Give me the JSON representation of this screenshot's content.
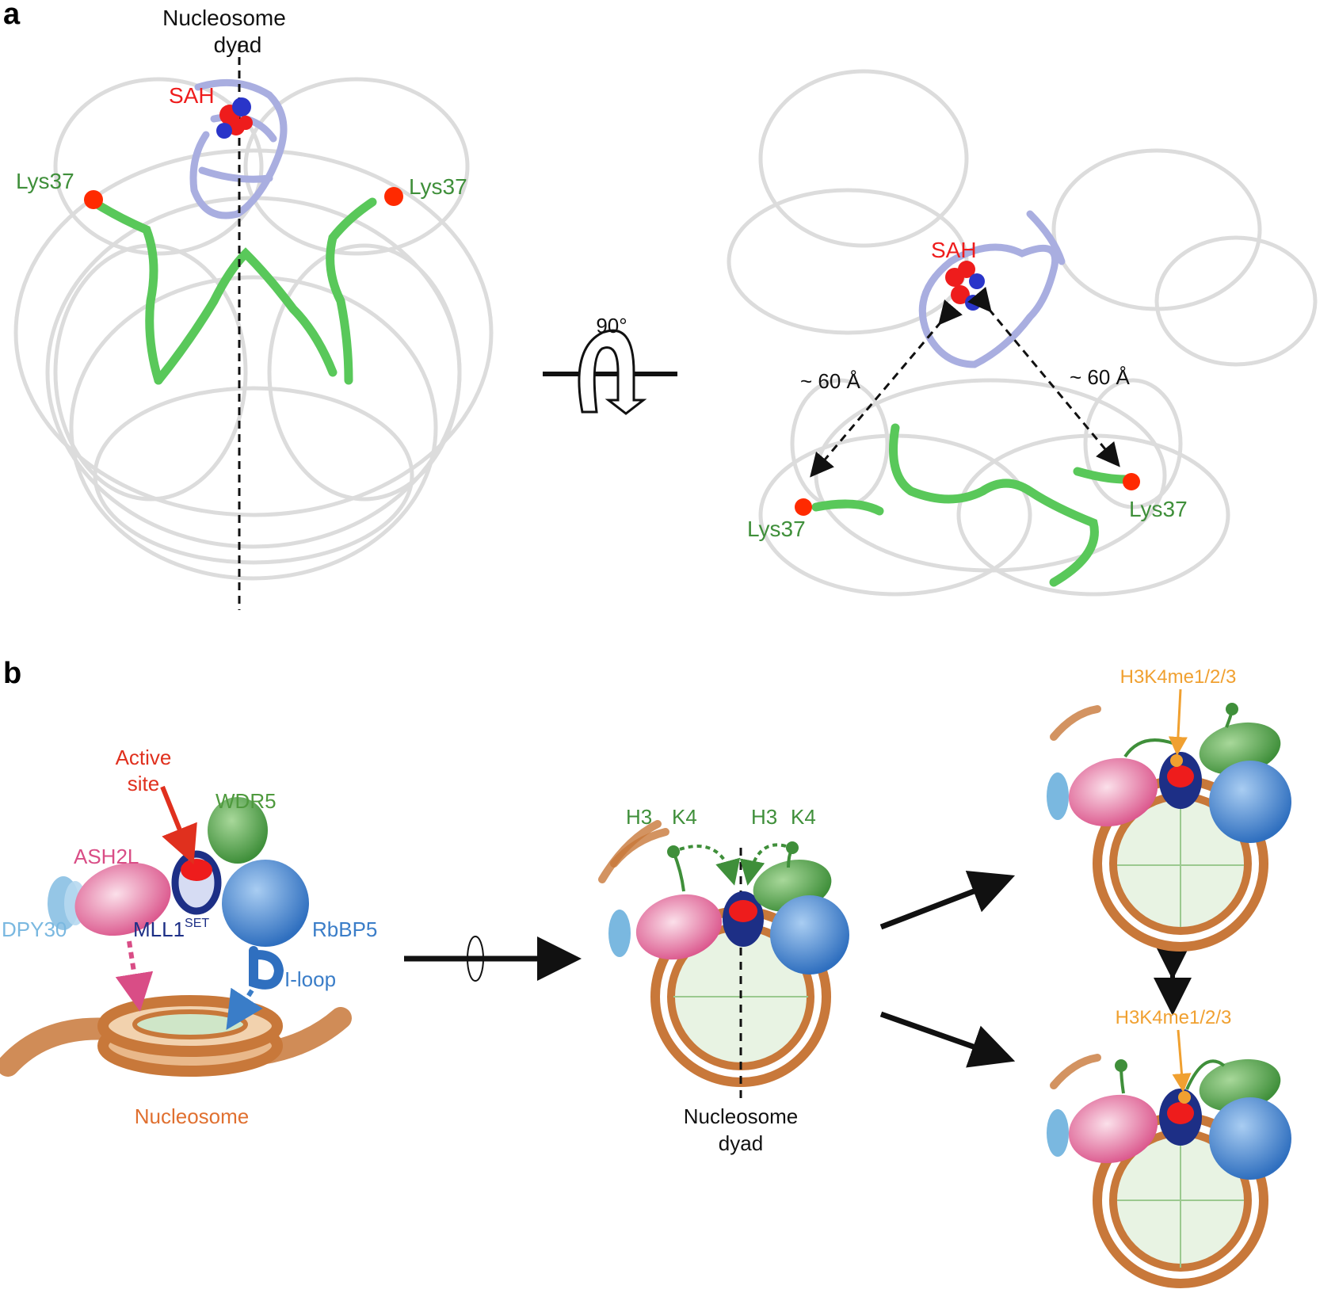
{
  "panel_a": {
    "label": "a",
    "left_view": {
      "dyad_label_line1": "Nucleosome",
      "dyad_label_line2": "dyad",
      "sah_label": "SAH",
      "lys_left": "Lys37",
      "lys_right": "Lys37"
    },
    "rotation": {
      "label": "90°"
    },
    "right_view": {
      "sah_label": "SAH",
      "distance_left": "~ 60 Å",
      "distance_right": "~ 60 Å",
      "lys_left": "Lys37",
      "lys_right": "Lys37"
    }
  },
  "panel_b": {
    "label": "b",
    "left_scheme": {
      "active_site_line1": "Active",
      "active_site_line2": "site",
      "wdr5": "WDR5",
      "ash2l": "ASH2L",
      "dpy30": "DPY30",
      "mll1_main": "MLL1",
      "mll1_sup": "SET",
      "rbbp5": "RbBP5",
      "iloop": "I-loop",
      "nucleosome": "Nucleosome"
    },
    "middle_scheme": {
      "h3_left": "H3",
      "k4_left": "K4",
      "h3_right": "H3",
      "k4_right": "K4",
      "dyad_line1": "Nucleosome",
      "dyad_line2": "dyad"
    },
    "right_scheme": {
      "top_mark": "H3K4me1/2/3",
      "bottom_mark": "H3K4me1/2/3"
    }
  },
  "colors": {
    "black": "#111111",
    "structure_grey": "#d9d9d9",
    "set_domain": "#a9aee0",
    "histone_h3": "#59c85a",
    "label_green": "#3f8f3a",
    "sah_red": "#ee1c1c",
    "sah_blue": "#2a35c9",
    "lys_dot": "#ff2a00",
    "ash2l": "#d94d86",
    "wdr5": "#4f9a3e",
    "rbbp5": "#3a7dc8",
    "dpy30": "#7ab8e0",
    "mll1": "#1d2f86",
    "nucleosome": "#c8783a",
    "nucleosome_label": "#e07030",
    "mark_orange": "#f0a030"
  }
}
